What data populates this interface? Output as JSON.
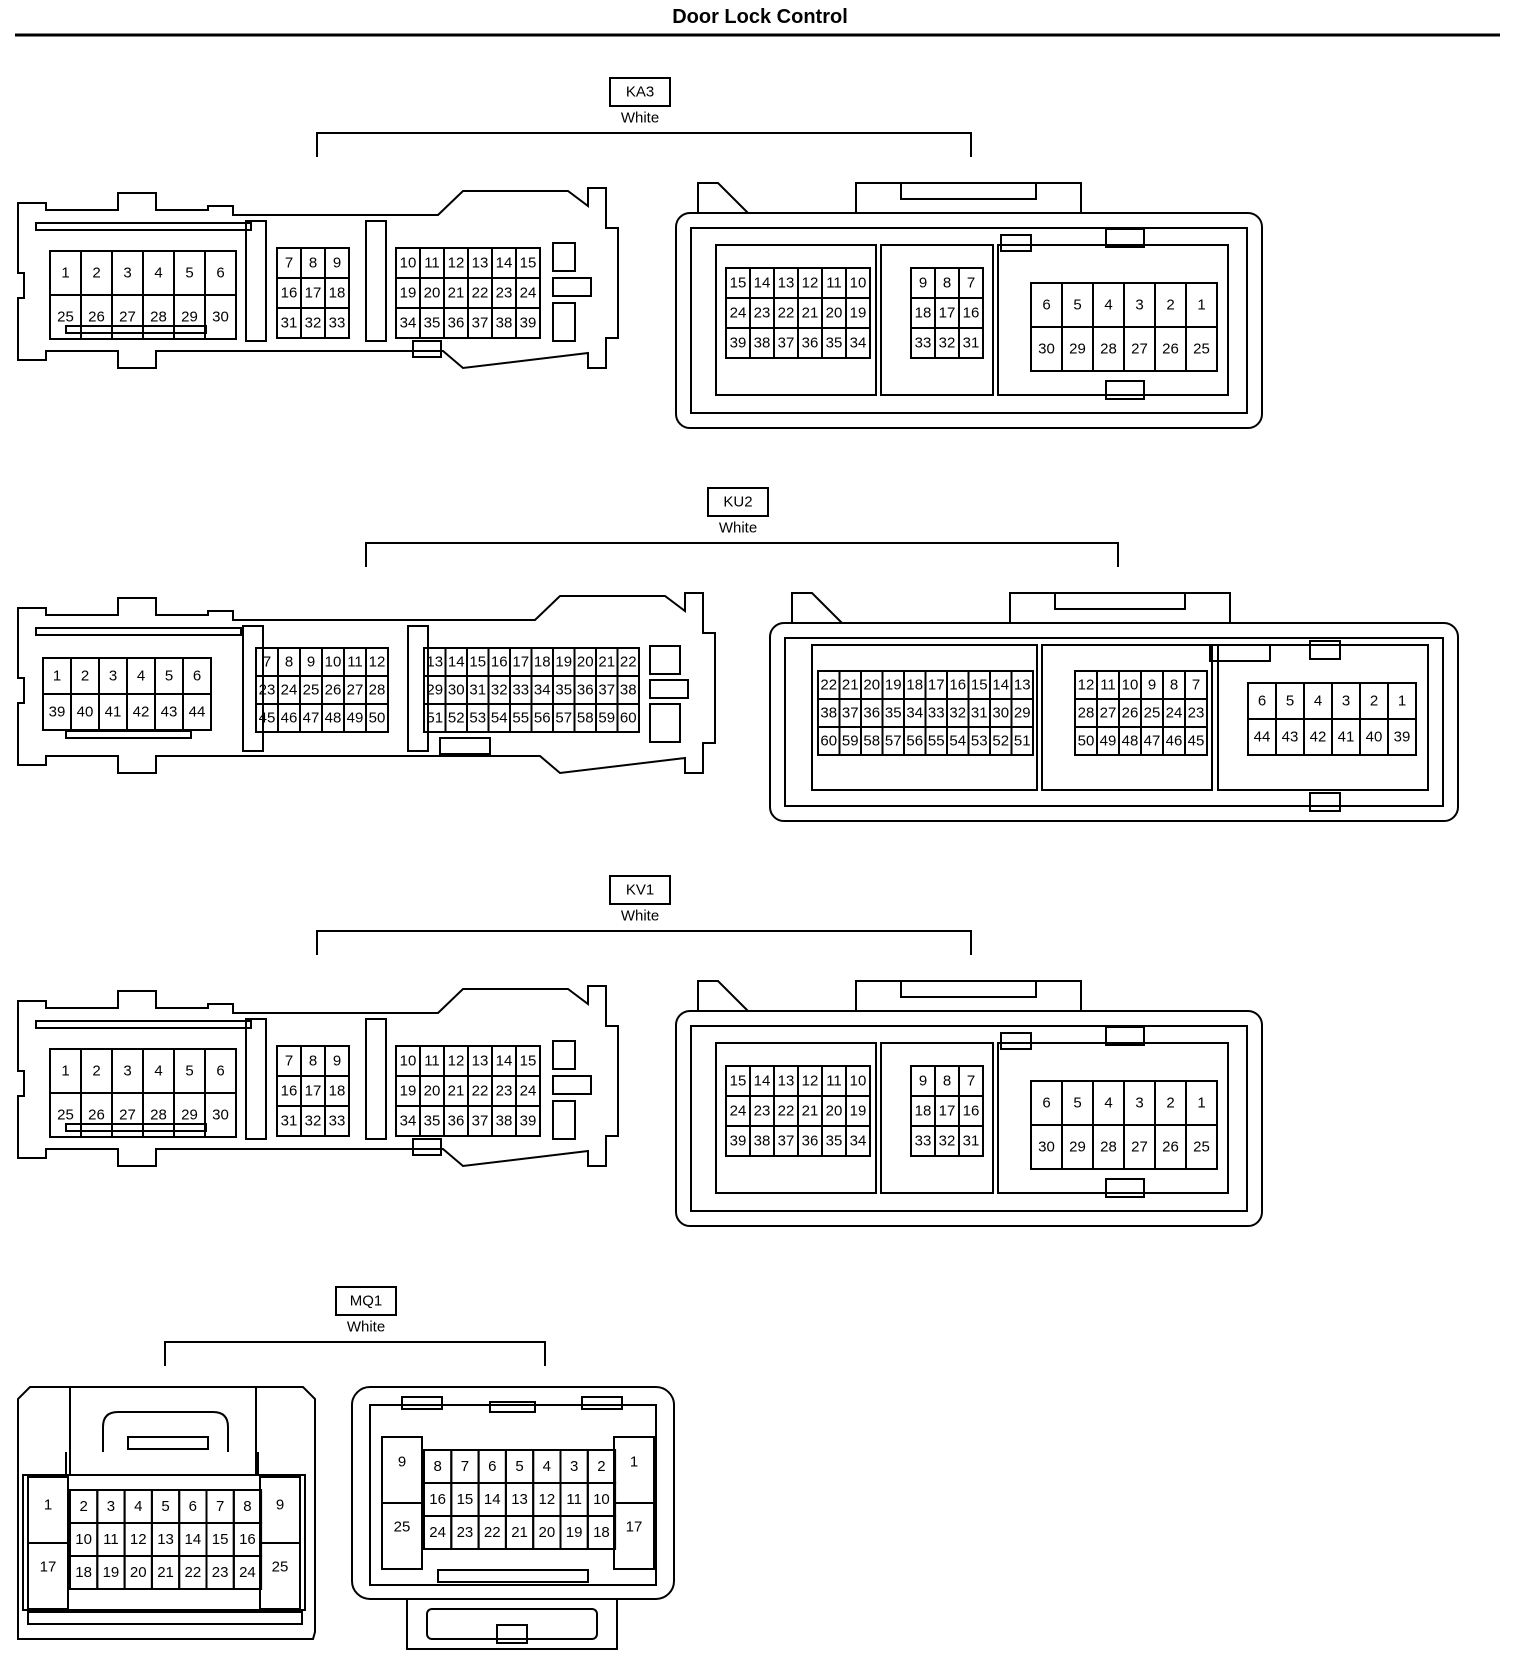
{
  "title": "Door Lock Control",
  "connectors": [
    {
      "id": "KA3",
      "color_label": "White",
      "male_blocks": [
        [
          [
            "1",
            "2",
            "3",
            "4",
            "5",
            "6"
          ],
          [
            "25",
            "26",
            "27",
            "28",
            "29",
            "30"
          ]
        ],
        [
          [
            "7",
            "8",
            "9"
          ],
          [
            "16",
            "17",
            "18"
          ],
          [
            "31",
            "32",
            "33"
          ]
        ],
        [
          [
            "10",
            "11",
            "12",
            "13",
            "14",
            "15"
          ],
          [
            "19",
            "20",
            "21",
            "22",
            "23",
            "24"
          ],
          [
            "34",
            "35",
            "36",
            "37",
            "38",
            "39"
          ]
        ]
      ],
      "female_blocks": [
        [
          [
            "15",
            "14",
            "13",
            "12",
            "11",
            "10"
          ],
          [
            "24",
            "23",
            "22",
            "21",
            "20",
            "19"
          ],
          [
            "39",
            "38",
            "37",
            "36",
            "35",
            "34"
          ]
        ],
        [
          [
            "9",
            "8",
            "7"
          ],
          [
            "18",
            "17",
            "16"
          ],
          [
            "33",
            "32",
            "31"
          ]
        ],
        [
          [
            "6",
            "5",
            "4",
            "3",
            "2",
            "1"
          ],
          [
            "30",
            "29",
            "28",
            "27",
            "26",
            "25"
          ]
        ]
      ]
    },
    {
      "id": "KU2",
      "color_label": "White",
      "male_blocks": [
        [
          [
            "1",
            "2",
            "3",
            "4",
            "5",
            "6"
          ],
          [
            "39",
            "40",
            "41",
            "42",
            "43",
            "44"
          ]
        ],
        [
          [
            "7",
            "8",
            "9",
            "10",
            "11",
            "12"
          ],
          [
            "23",
            "24",
            "25",
            "26",
            "27",
            "28"
          ],
          [
            "45",
            "46",
            "47",
            "48",
            "49",
            "50"
          ]
        ],
        [
          [
            "13",
            "14",
            "15",
            "16",
            "17",
            "18",
            "19",
            "20",
            "21",
            "22"
          ],
          [
            "29",
            "30",
            "31",
            "32",
            "33",
            "34",
            "35",
            "36",
            "37",
            "38"
          ],
          [
            "51",
            "52",
            "53",
            "54",
            "55",
            "56",
            "57",
            "58",
            "59",
            "60"
          ]
        ]
      ],
      "female_blocks": [
        [
          [
            "22",
            "21",
            "20",
            "19",
            "18",
            "17",
            "16",
            "15",
            "14",
            "13"
          ],
          [
            "38",
            "37",
            "36",
            "35",
            "34",
            "33",
            "32",
            "31",
            "30",
            "29"
          ],
          [
            "60",
            "59",
            "58",
            "57",
            "56",
            "55",
            "54",
            "53",
            "52",
            "51"
          ]
        ],
        [
          [
            "12",
            "11",
            "10",
            "9",
            "8",
            "7"
          ],
          [
            "28",
            "27",
            "26",
            "25",
            "24",
            "23"
          ],
          [
            "50",
            "49",
            "48",
            "47",
            "46",
            "45"
          ]
        ],
        [
          [
            "6",
            "5",
            "4",
            "3",
            "2",
            "1"
          ],
          [
            "44",
            "43",
            "42",
            "41",
            "40",
            "39"
          ]
        ]
      ]
    },
    {
      "id": "KV1",
      "color_label": "White",
      "male_blocks": [
        [
          [
            "1",
            "2",
            "3",
            "4",
            "5",
            "6"
          ],
          [
            "25",
            "26",
            "27",
            "28",
            "29",
            "30"
          ]
        ],
        [
          [
            "7",
            "8",
            "9"
          ],
          [
            "16",
            "17",
            "18"
          ],
          [
            "31",
            "32",
            "33"
          ]
        ],
        [
          [
            "10",
            "11",
            "12",
            "13",
            "14",
            "15"
          ],
          [
            "19",
            "20",
            "21",
            "22",
            "23",
            "24"
          ],
          [
            "34",
            "35",
            "36",
            "37",
            "38",
            "39"
          ]
        ]
      ],
      "female_blocks": [
        [
          [
            "15",
            "14",
            "13",
            "12",
            "11",
            "10"
          ],
          [
            "24",
            "23",
            "22",
            "21",
            "20",
            "19"
          ],
          [
            "39",
            "38",
            "37",
            "36",
            "35",
            "34"
          ]
        ],
        [
          [
            "9",
            "8",
            "7"
          ],
          [
            "18",
            "17",
            "16"
          ],
          [
            "33",
            "32",
            "31"
          ]
        ],
        [
          [
            "6",
            "5",
            "4",
            "3",
            "2",
            "1"
          ],
          [
            "30",
            "29",
            "28",
            "27",
            "26",
            "25"
          ]
        ]
      ]
    },
    {
      "id": "MQ1",
      "color_label": "White",
      "male": {
        "left_col": [
          "1",
          "17"
        ],
        "rows": [
          [
            "2",
            "3",
            "4",
            "5",
            "6",
            "7",
            "8"
          ],
          [
            "10",
            "11",
            "12",
            "13",
            "14",
            "15",
            "16"
          ],
          [
            "18",
            "19",
            "20",
            "21",
            "22",
            "23",
            "24"
          ]
        ],
        "right_col": [
          "9",
          "25"
        ]
      },
      "female": {
        "left_col": [
          "9",
          "25"
        ],
        "rows": [
          [
            "8",
            "7",
            "6",
            "5",
            "4",
            "3",
            "2"
          ],
          [
            "16",
            "15",
            "14",
            "13",
            "12",
            "11",
            "10"
          ],
          [
            "24",
            "23",
            "22",
            "21",
            "20",
            "19",
            "18"
          ]
        ],
        "right_col": [
          "1",
          "17"
        ]
      }
    }
  ]
}
